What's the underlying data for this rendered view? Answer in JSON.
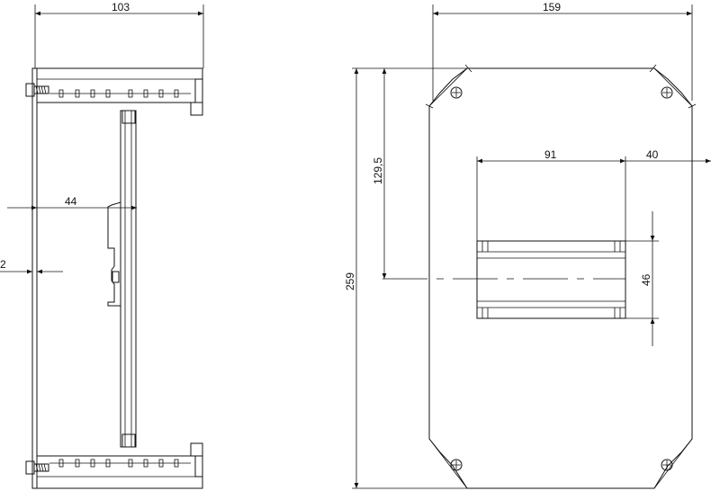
{
  "dimensions": {
    "side_width": "103",
    "side_depth_to_rail": "44",
    "side_offset": "2",
    "front_width": "159",
    "front_height": "259",
    "rail_center_height": "129,5",
    "rail_length": "91",
    "rail_right_margin": "40",
    "rail_height": "46"
  }
}
